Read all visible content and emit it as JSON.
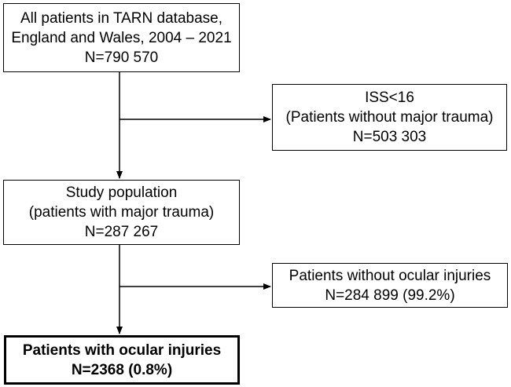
{
  "boxes": {
    "all_patients": [
      "All patients in TARN database,",
      "England and Wales, 2004 – 2021",
      "N=790 570"
    ],
    "excluded_iss": [
      "ISS<16",
      "(Patients without major trauma)",
      "N=503 303"
    ],
    "study_population": [
      "Study population",
      "(patients with major trauma)",
      "N=287 267"
    ],
    "without_ocular": [
      "Patients without ocular injuries",
      "N=284 899 (99.2%)"
    ],
    "with_ocular": [
      "Patients with ocular injuries",
      "N=2368 (0.8%)"
    ]
  }
}
